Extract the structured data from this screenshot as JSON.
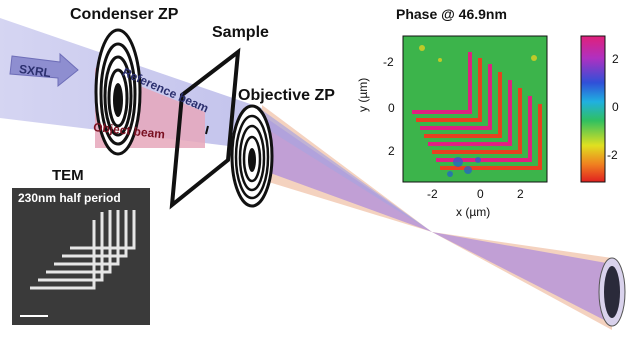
{
  "labels": {
    "condenser": "Condenser ZP",
    "sample": "Sample",
    "objective": "Objective ZP",
    "phase_title": "Phase @ 46.9nm",
    "tem": "TEM",
    "half_period": "230nm half period",
    "sxrl": "SXRL",
    "reference_beam": "Reference beam",
    "object_beam": "Object beam"
  },
  "phase_map": {
    "y_ticks": [
      "-2",
      "0",
      "2"
    ],
    "x_ticks": [
      "-2",
      "0",
      "2"
    ],
    "x_label": "x (µm)",
    "y_label": "y (µm)",
    "colorbar_ticks": [
      "2",
      "0",
      "-2"
    ]
  },
  "colors": {
    "reference_beam": "#9aa0dd",
    "object_beam": "#e0a0b0",
    "diverging_beam": "#b494d4",
    "outer_cone": "#f0c6b0",
    "tem_background": "#3a3a3a",
    "phase_background": "#3cb44b"
  }
}
